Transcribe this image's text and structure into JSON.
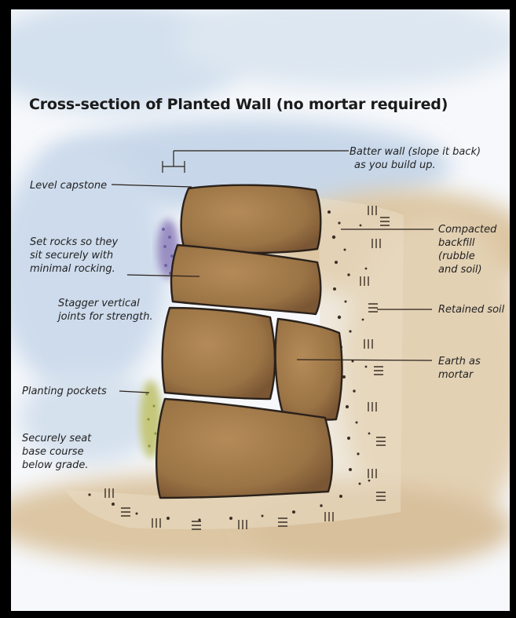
{
  "title": "Cross-section of Planted Wall (no mortar required)",
  "labels": {
    "batter_wall": [
      "Batter wall (slope it back)",
      "as you build up."
    ],
    "level_capstone": [
      "Level capstone"
    ],
    "set_rocks": [
      "Set rocks so they",
      "sit securely with",
      "minimal rocking."
    ],
    "stagger_joints": [
      "Stagger vertical",
      "joints for strength."
    ],
    "planting_pockets": [
      "Planting pockets"
    ],
    "secure_base": [
      "Securely seat",
      "base course",
      "below grade."
    ],
    "compacted_backfill": [
      "Compacted",
      "backfill",
      "(rubble",
      "and soil)"
    ],
    "retained_soil": [
      "Retained soil"
    ],
    "earth_as_mortar": [
      "Earth as",
      "mortar"
    ]
  },
  "colors": {
    "frame": "#000000",
    "paper": "#f6f8fb",
    "sky_wash": "#c9d9ea",
    "soil_wash": "#d8c2a0",
    "stone": "#a0784a",
    "outline": "#2a211a",
    "lavender": "#9a8fc2",
    "moss": "#c5c77a"
  }
}
